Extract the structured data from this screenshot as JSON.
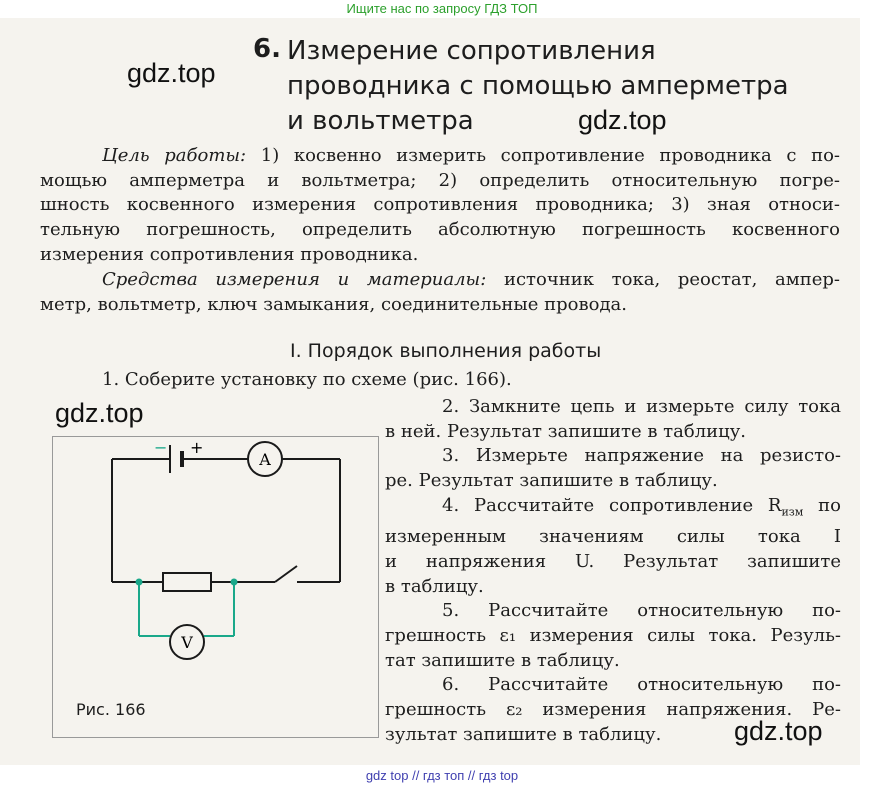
{
  "banner_top": "Ищите нас по запросу ГДЗ ТОП",
  "banner_bottom": "gdz top  //  гдз топ  //  гдз top",
  "watermark": "gdz.top",
  "title": {
    "number": "6.",
    "lines": [
      "Измерение сопротивления",
      "проводника с помощью амперметра",
      "и вольтметра"
    ]
  },
  "goal": {
    "label": "Цель работы:",
    "line1": " 1) косвенно измерить сопротивление проводника с по-",
    "line2": "мощью амперметра и вольтметра; 2) определить относительную погре-",
    "line3": "шность косвенного измерения сопротивления проводника; 3) зная относи-",
    "line4": "тельную погрешность, определить абсолютную погрешность косвенного",
    "line5": "измерения сопротивления проводника."
  },
  "materials": {
    "label": "Средства измерения и материалы:",
    "line1": " источник тока, реостат, ампер-",
    "line2": "метр, вольтметр, ключ замыкания, соединительные провода."
  },
  "section": "I. Порядок выполнения работы",
  "step1": "1. Соберите установку по схеме (рис. 166).",
  "steps": {
    "s2a": "2. Замкните цепь и измерьте силу тока",
    "s2b": "в ней. Результат запишите в таблицу.",
    "s3a": "3. Измерьте напряжение на резисто-",
    "s3b": "ре. Результат запишите в таблицу.",
    "s4a": "4. Рассчитайте сопротивление R",
    "s4sub": "изм",
    "s4a2": " по",
    "s4b": "измеренным значениям силы тока I",
    "s4c": "и напряжения U. Результат запишите",
    "s4d": "в таблицу.",
    "s5a": "5. Рассчитайте относительную по-",
    "s5b": "грешность ε₁ измерения силы тока. Резуль-",
    "s5c": "тат запишите в таблицу.",
    "s6a": "6. Рассчитайте относительную по-",
    "s6b": "грешность ε₂ измерения напряжения. Ре-",
    "s6c": "зультат запишите в таблицу."
  },
  "figure": {
    "caption": "Рис. 166",
    "ammeter": "A",
    "voltmeter": "V",
    "minus": "−",
    "plus": "+",
    "wire_color": "#1a1a1a",
    "voltmeter_wire_color": "#1aa88a"
  }
}
